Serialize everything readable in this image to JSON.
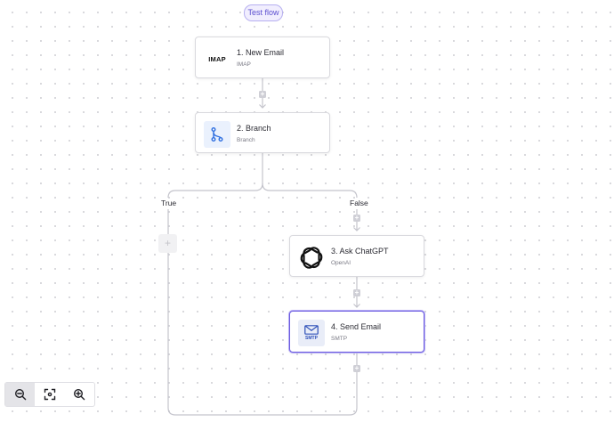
{
  "test_flow": {
    "label": "Test flow"
  },
  "nodes": [
    {
      "title": "1. New Email",
      "subtitle": "IMAP",
      "icon": "imap-logo",
      "logo_text": "IMAP"
    },
    {
      "title": "2. Branch",
      "subtitle": "Branch",
      "icon": "branch-icon"
    },
    {
      "title": "3. Ask ChatGPT",
      "subtitle": "OpenAI",
      "icon": "openai-logo"
    },
    {
      "title": "4. Send Email",
      "subtitle": "SMTP",
      "icon": "smtp-mail-icon",
      "logo_text": "SMTP"
    }
  ],
  "branches": {
    "true_label": "True",
    "false_label": "False"
  },
  "add_button_glyph": "+",
  "zoom_controls": [
    {
      "icon": "zoom-out-icon"
    },
    {
      "icon": "fit-view-icon"
    },
    {
      "icon": "zoom-in-icon"
    }
  ],
  "colors": {
    "accent": "#6b5be0",
    "connector": "#c4c4cc",
    "add_button": "#cfcfd6"
  }
}
